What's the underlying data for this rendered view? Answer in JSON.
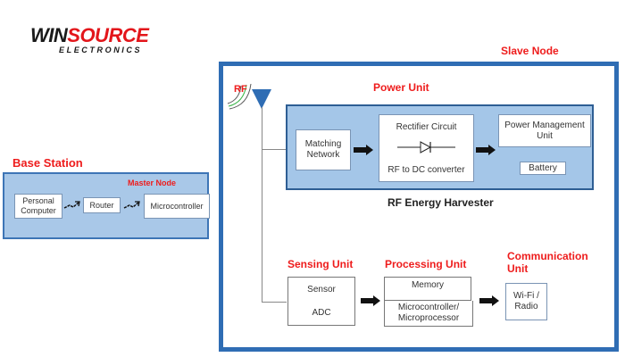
{
  "logo": {
    "brand_part1": "WIN",
    "brand_part2": "SOURCE",
    "subtitle": "ELECTRONICS"
  },
  "base_station": {
    "title": "Base Station",
    "panel_label": "Master Node",
    "blocks": [
      "Personal Computer",
      "Router",
      "Microcontroller"
    ]
  },
  "slave_node": {
    "title": "Slave Node",
    "antenna_label": "RF",
    "power_unit": {
      "title": "Power Unit",
      "matching_network": "Matching Network",
      "rectifier_title": "Rectifier Circuit",
      "rectifier_subtitle": "RF to DC converter",
      "pmu": "Power Management Unit",
      "battery": "Battery",
      "caption": "RF Energy Harvester"
    },
    "sensing_unit": {
      "title": "Sensing Unit",
      "rows": [
        "Sensor",
        "ADC"
      ]
    },
    "processing_unit": {
      "title": "Processing Unit",
      "rows": [
        "Memory",
        "Microcontroller/ Microprocessor"
      ]
    },
    "communication_unit": {
      "title": "Communication Unit",
      "block": "Wi-Fi / Radio"
    }
  },
  "colors": {
    "title_red": "#ee1c1c",
    "frame_blue": "#2f6db4",
    "panel_blue": "#a4c6e8"
  }
}
